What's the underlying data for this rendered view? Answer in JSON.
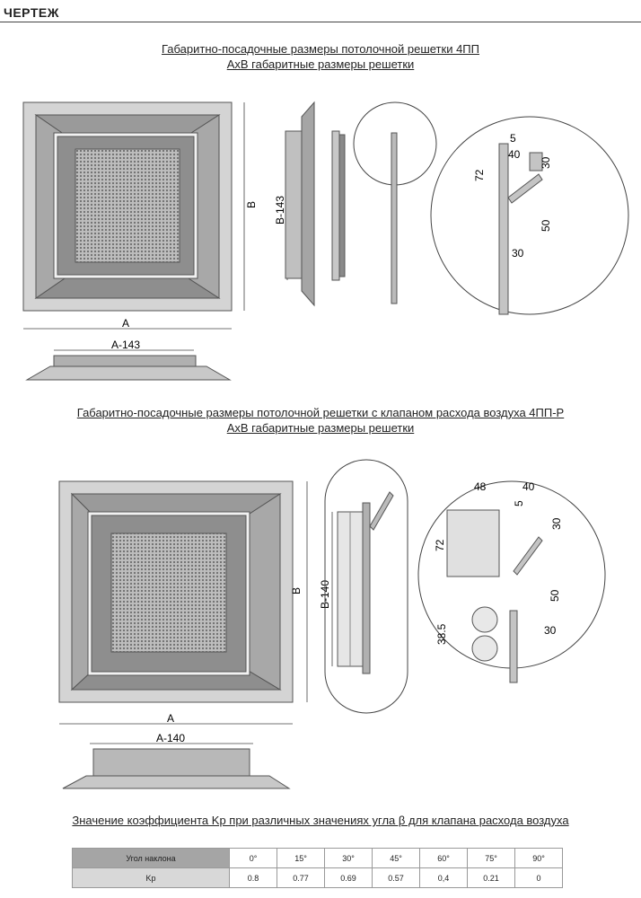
{
  "header": {
    "brand": "ЧЕРТЕЖ"
  },
  "section1": {
    "title_line1": "Габаритно-посадочные размеры потолочной решетки 4ПП",
    "title_line2": "АхВ габаритные размеры решетки",
    "dims": {
      "a": "A",
      "b": "B",
      "b_minus": "B-143",
      "a_minus": "A-143",
      "d5": "5",
      "d40": "40",
      "d30a": "30",
      "d72": "72",
      "d50": "50",
      "d30b": "30"
    }
  },
  "section2": {
    "title_line1": "Габаритно-посадочные размеры потолочной решетки с клапаном расхода воздуха 4ПП-Р",
    "title_line2": "АхВ габаритные размеры решетки",
    "dims": {
      "a": "A",
      "b": "B",
      "b_minus": "B-140",
      "a_minus": "A-140",
      "d48": "48",
      "d40": "40",
      "d5": "5",
      "d30a": "30",
      "d72": "72",
      "d50": "50",
      "d385": "38.5",
      "d30b": "30"
    }
  },
  "table": {
    "title": "Значение коэффициента Kр при различных значениях угла β для клапана расхода воздуха",
    "row1_label": "Угол наклона",
    "row2_label": "Kр",
    "angles": [
      "0°",
      "15°",
      "30°",
      "45°",
      "60°",
      "75°",
      "90°"
    ],
    "values": [
      "0.8",
      "0.77",
      "0.69",
      "0.57",
      "0,4",
      "0.21",
      "0"
    ]
  }
}
